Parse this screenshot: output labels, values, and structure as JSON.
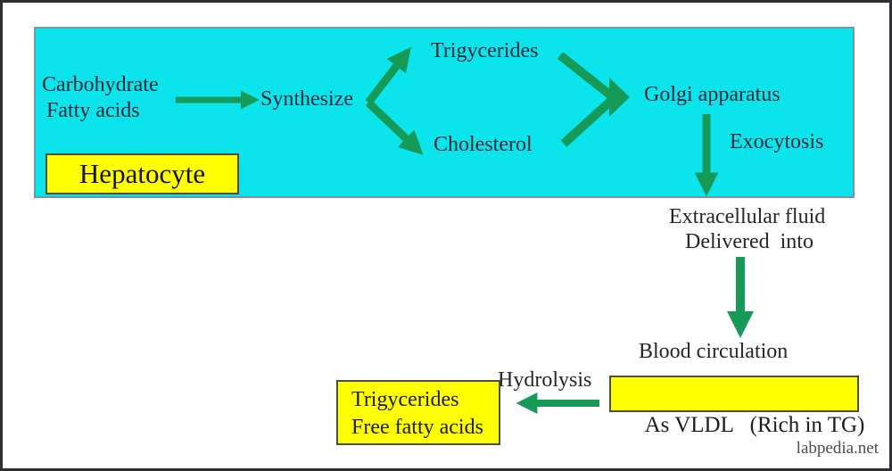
{
  "colors": {
    "cyan_bg": "#0ce4ec",
    "yellow": "#ffff00",
    "arrow_green": "#169a57",
    "text_navy": "#1e2a3a",
    "text_dark": "#26262a",
    "watermark_gray": "#4c4c52"
  },
  "cell": {
    "label": "Hepatocyte",
    "substrates": {
      "line1": "Carbohydrate",
      "line2": "Fatty acids"
    },
    "process": "Synthesize",
    "product_top": "Trigycerides",
    "product_bottom": "Cholesterol",
    "organelle": "Golgi apparatus",
    "exit_process": "Exocytosis"
  },
  "outside": {
    "extracellular_line1": "Extracellular fluid",
    "extracellular_line2": "Delivered  into",
    "blood": "Blood circulation",
    "vldl_label": "As VLDL   (Rich in TG)",
    "hydrolysis": "Hydrolysis",
    "products": {
      "line1": "Trigycerides",
      "line2": "Free fatty acids"
    }
  },
  "watermark": "labpedia.net"
}
